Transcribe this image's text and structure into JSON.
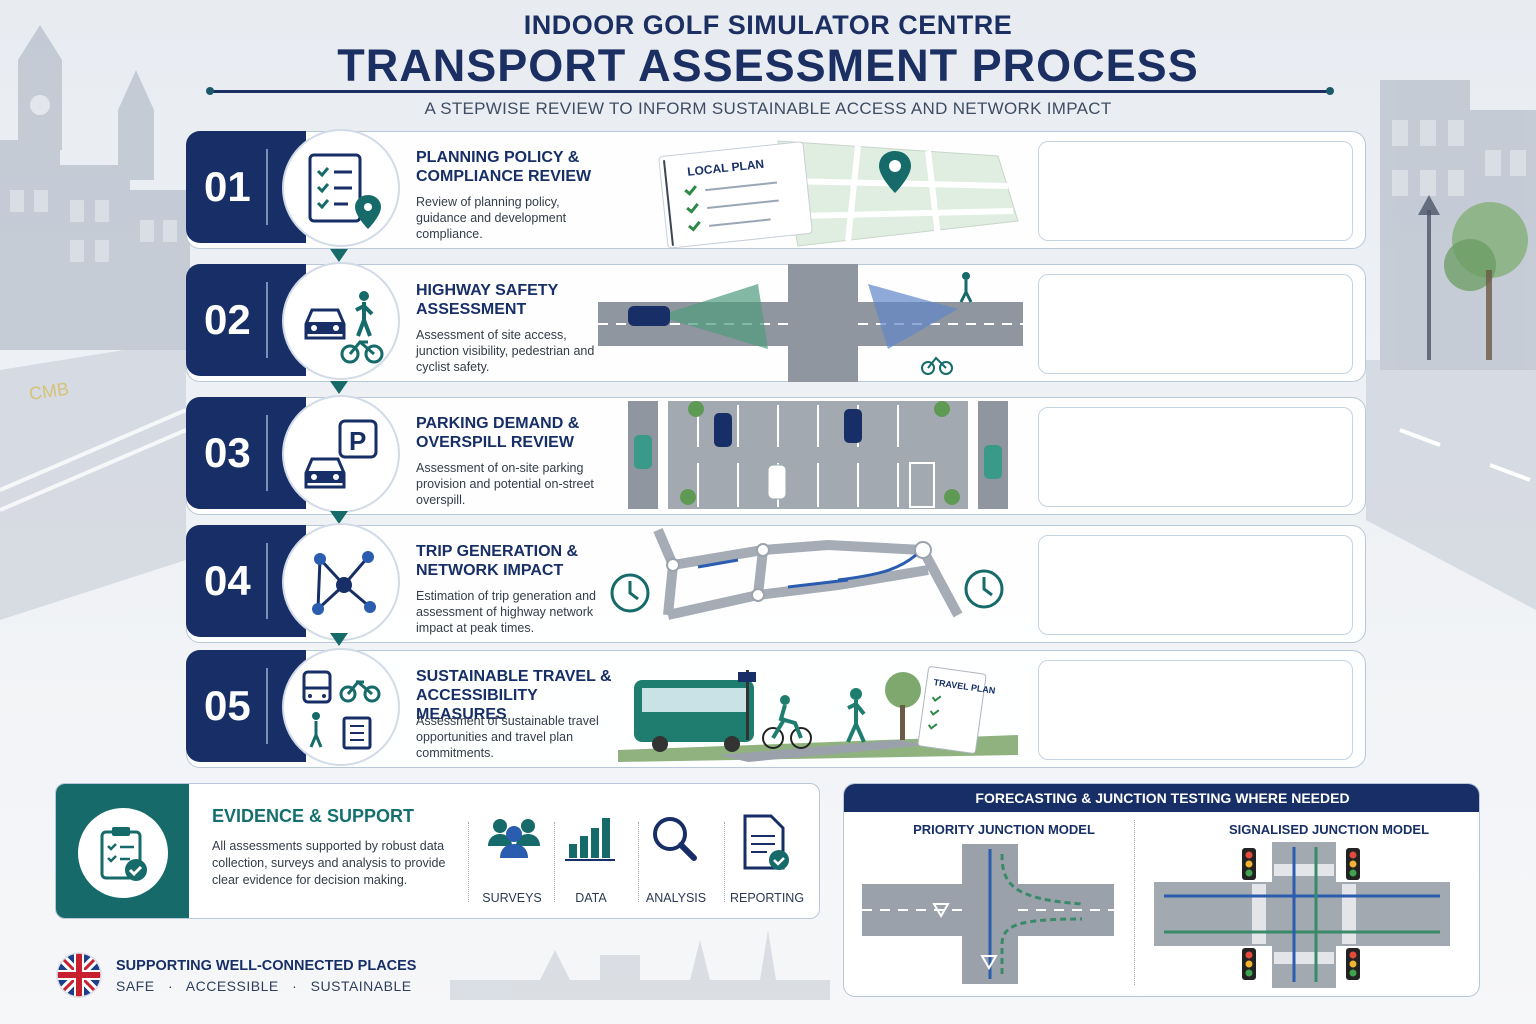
{
  "header": {
    "subtitle_top": "INDOOR GOLF SIMULATOR CENTRE",
    "title": "TRANSPORT ASSESSMENT PROCESS",
    "tagline": "A STEPWISE REVIEW TO INFORM SUSTAINABLE ACCESS AND NETWORK IMPACT"
  },
  "steps": [
    {
      "num": "01",
      "title": "PLANNING POLICY & COMPLIANCE REVIEW",
      "desc": "Review of planning policy, guidance and development compliance.",
      "illus_label": "LOCAL PLAN",
      "icon": "checklist-location-icon"
    },
    {
      "num": "02",
      "title": "HIGHWAY SAFETY ASSESSMENT",
      "desc": "Assessment of site access, junction visibility, pedestrian and cyclist safety.",
      "icon": "car-pedestrian-cyclist-icon"
    },
    {
      "num": "03",
      "title": "PARKING DEMAND & OVERSPILL REVIEW",
      "desc": "Assessment of on-site parking provision and potential on-street overspill.",
      "icon": "car-parking-icon"
    },
    {
      "num": "04",
      "title": "TRIP GENERATION & NETWORK IMPACT",
      "desc": "Estimation of trip generation and assessment of highway network impact at peak times.",
      "icon": "network-icon"
    },
    {
      "num": "05",
      "title": "SUSTAINABLE TRAVEL & ACCESSIBILITY MEASURES",
      "desc": "Assessment of sustainable travel opportunities and travel plan commitments.",
      "illus_label": "TRAVEL PLAN",
      "icon": "bus-bike-walk-icon"
    }
  ],
  "evidence": {
    "title": "EVIDENCE & SUPPORT",
    "desc": "All assessments supported by robust data collection, surveys and analysis to provide clear evidence for decision making.",
    "items": [
      "SURVEYS",
      "DATA",
      "ANALYSIS",
      "REPORTING"
    ]
  },
  "forecasting": {
    "title": "FORECASTING & JUNCTION TESTING WHERE NEEDED",
    "model_left": "PRIORITY JUNCTION MODEL",
    "model_right": "SIGNALISED JUNCTION MODEL"
  },
  "footer": {
    "headline": "SUPPORTING WELL-CONNECTED PLACES",
    "values": [
      "SAFE",
      "ACCESSIBLE",
      "SUSTAINABLE"
    ]
  },
  "colors": {
    "navy": "#172f66",
    "teal": "#166b6a",
    "blue_accent": "#2a5cb0",
    "green_accent": "#3a8a6a"
  }
}
